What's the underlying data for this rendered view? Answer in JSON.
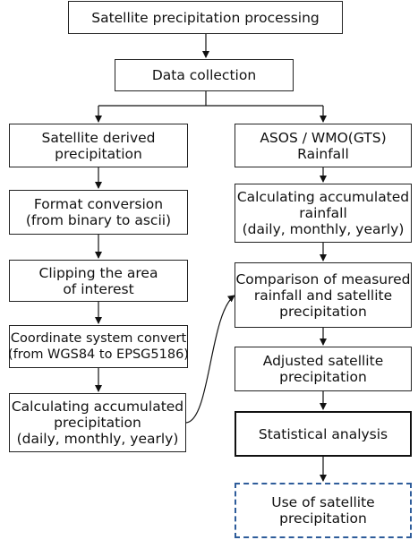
{
  "boxes": {
    "processing": [
      "Satellite precipitation processing"
    ],
    "collection": [
      "Data collection"
    ],
    "satellite_derived": [
      "Satellite derived",
      "precipitation"
    ],
    "asos": [
      "ASOS / WMO(GTS)",
      "Rainfall"
    ],
    "format_conversion": [
      "Format conversion",
      "(from binary to ascii)"
    ],
    "calc_rainfall": [
      "Calculating accumulated",
      "rainfall",
      "(daily, monthly, yearly)"
    ],
    "clipping": [
      "Clipping the area",
      "of interest"
    ],
    "comparison": [
      "Comparison of measured",
      "rainfall and satellite",
      "precipitation"
    ],
    "coordinate": [
      "Coordinate system convert",
      "(from WGS84 to EPSG5186)"
    ],
    "adjusted": [
      "Adjusted satellite",
      "precipitation"
    ],
    "calc_precip": [
      "Calculating accumulated",
      "precipitation",
      "(daily, monthly, yearly)"
    ],
    "statistical": [
      "Statistical analysis"
    ],
    "use": [
      "Use of satellite",
      "precipitation"
    ]
  }
}
